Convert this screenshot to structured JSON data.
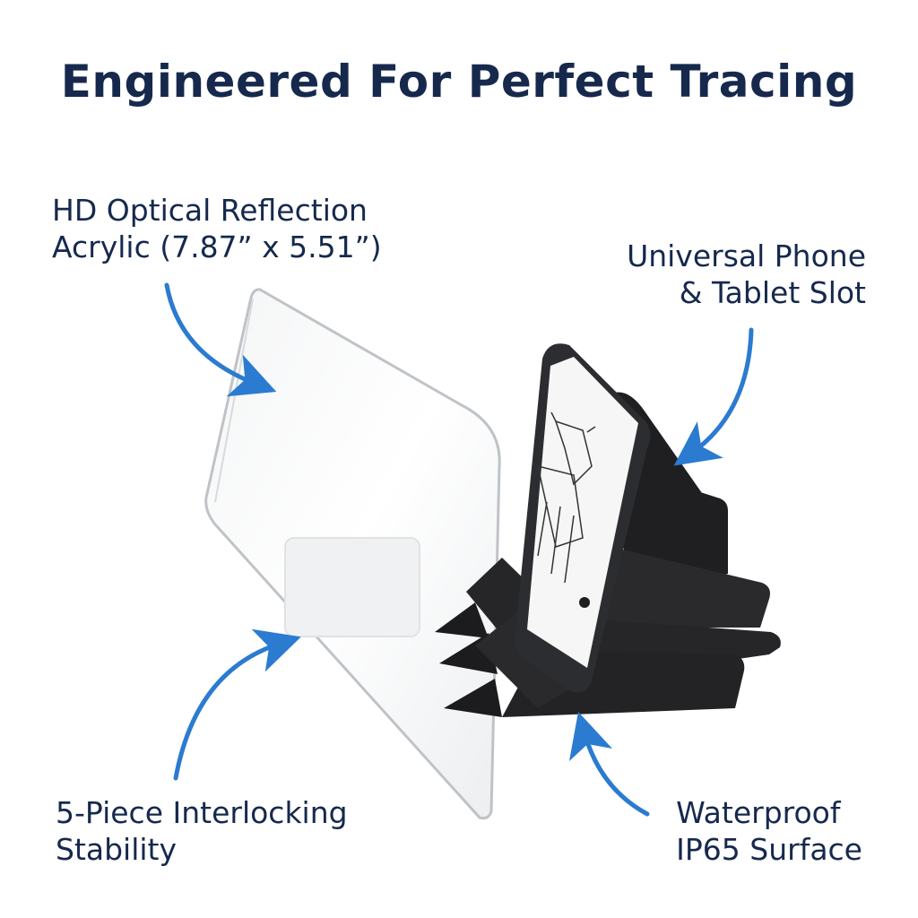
{
  "title": "Engineered For Perfect Tracing",
  "callouts": {
    "acrylic": {
      "line1": "HD Optical Reflection",
      "line2": "Acrylic (7.87” x 5.51”)"
    },
    "slot": {
      "line1": "Universal Phone",
      "line2": "& Tablet Slot"
    },
    "interlock": {
      "line1": "5-Piece Interlocking",
      "line2": "Stability"
    },
    "surface": {
      "line1": "Waterproof",
      "line2": "IP65 Surface"
    }
  },
  "colors": {
    "heading": "#16294d",
    "arrow": "#2b7bd0",
    "stand": "#1f1f21"
  }
}
